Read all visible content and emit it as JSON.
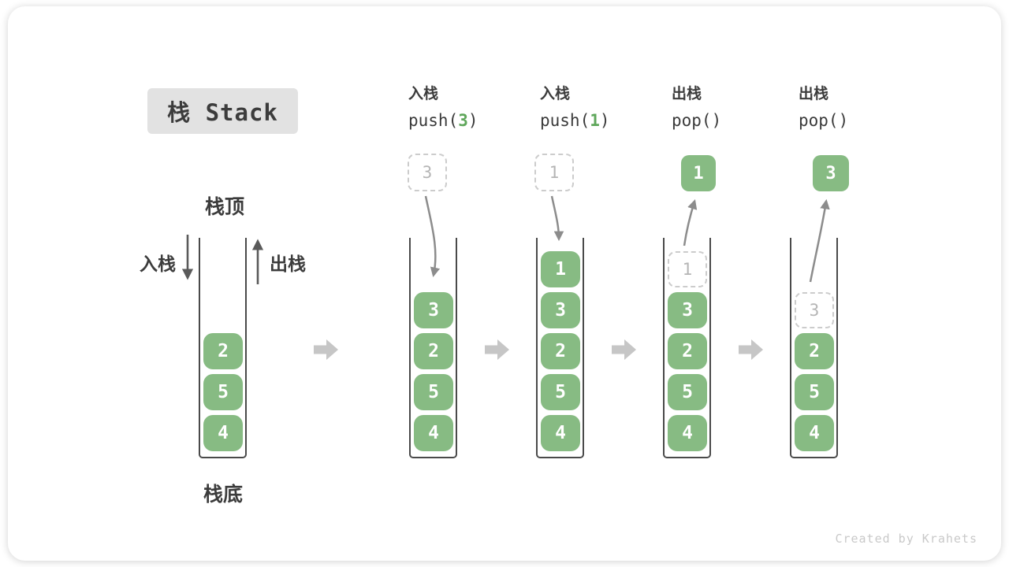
{
  "title": "栈 Stack",
  "labels": {
    "stack_top": "栈顶",
    "stack_bottom": "栈底",
    "push_side": "入栈",
    "pop_side": "出栈"
  },
  "operations": [
    {
      "label": "入栈",
      "code_pre": "push(",
      "code_arg": "3",
      "code_post": ")"
    },
    {
      "label": "入栈",
      "code_pre": "push(",
      "code_arg": "1",
      "code_post": ")"
    },
    {
      "label": "出栈",
      "code_pre": "pop()",
      "code_arg": "",
      "code_post": ""
    },
    {
      "label": "出栈",
      "code_pre": "pop()",
      "code_arg": "",
      "code_post": ""
    }
  ],
  "stacks": [
    {
      "elements": [
        "2",
        "5",
        "4"
      ]
    },
    {
      "elements": [
        "3",
        "2",
        "5",
        "4"
      ],
      "incoming": "3"
    },
    {
      "elements": [
        "1",
        "3",
        "2",
        "5",
        "4"
      ],
      "incoming": "1"
    },
    {
      "elements": [
        "3",
        "2",
        "5",
        "4"
      ],
      "ghost": "1",
      "popped": "1"
    },
    {
      "elements": [
        "2",
        "5",
        "4"
      ],
      "ghost": "3",
      "popped": "3"
    }
  ],
  "footer": "Created by Krahets",
  "colors": {
    "element_green": "#87bb83",
    "code_arg_green": "#5fa75b",
    "title_bg": "#e2e2e2",
    "text_dark": "#3c3c3c",
    "ghost_border": "#cccccc",
    "ghost_text": "#b5b5b5",
    "arrow_gray": "#8c8c8c",
    "side_arrow_dark": "#5a5a5a",
    "flow_arrow_gray": "#c6c6c6",
    "wall_dark": "#4a4a4a",
    "footer_gray": "#c9c9c9"
  }
}
